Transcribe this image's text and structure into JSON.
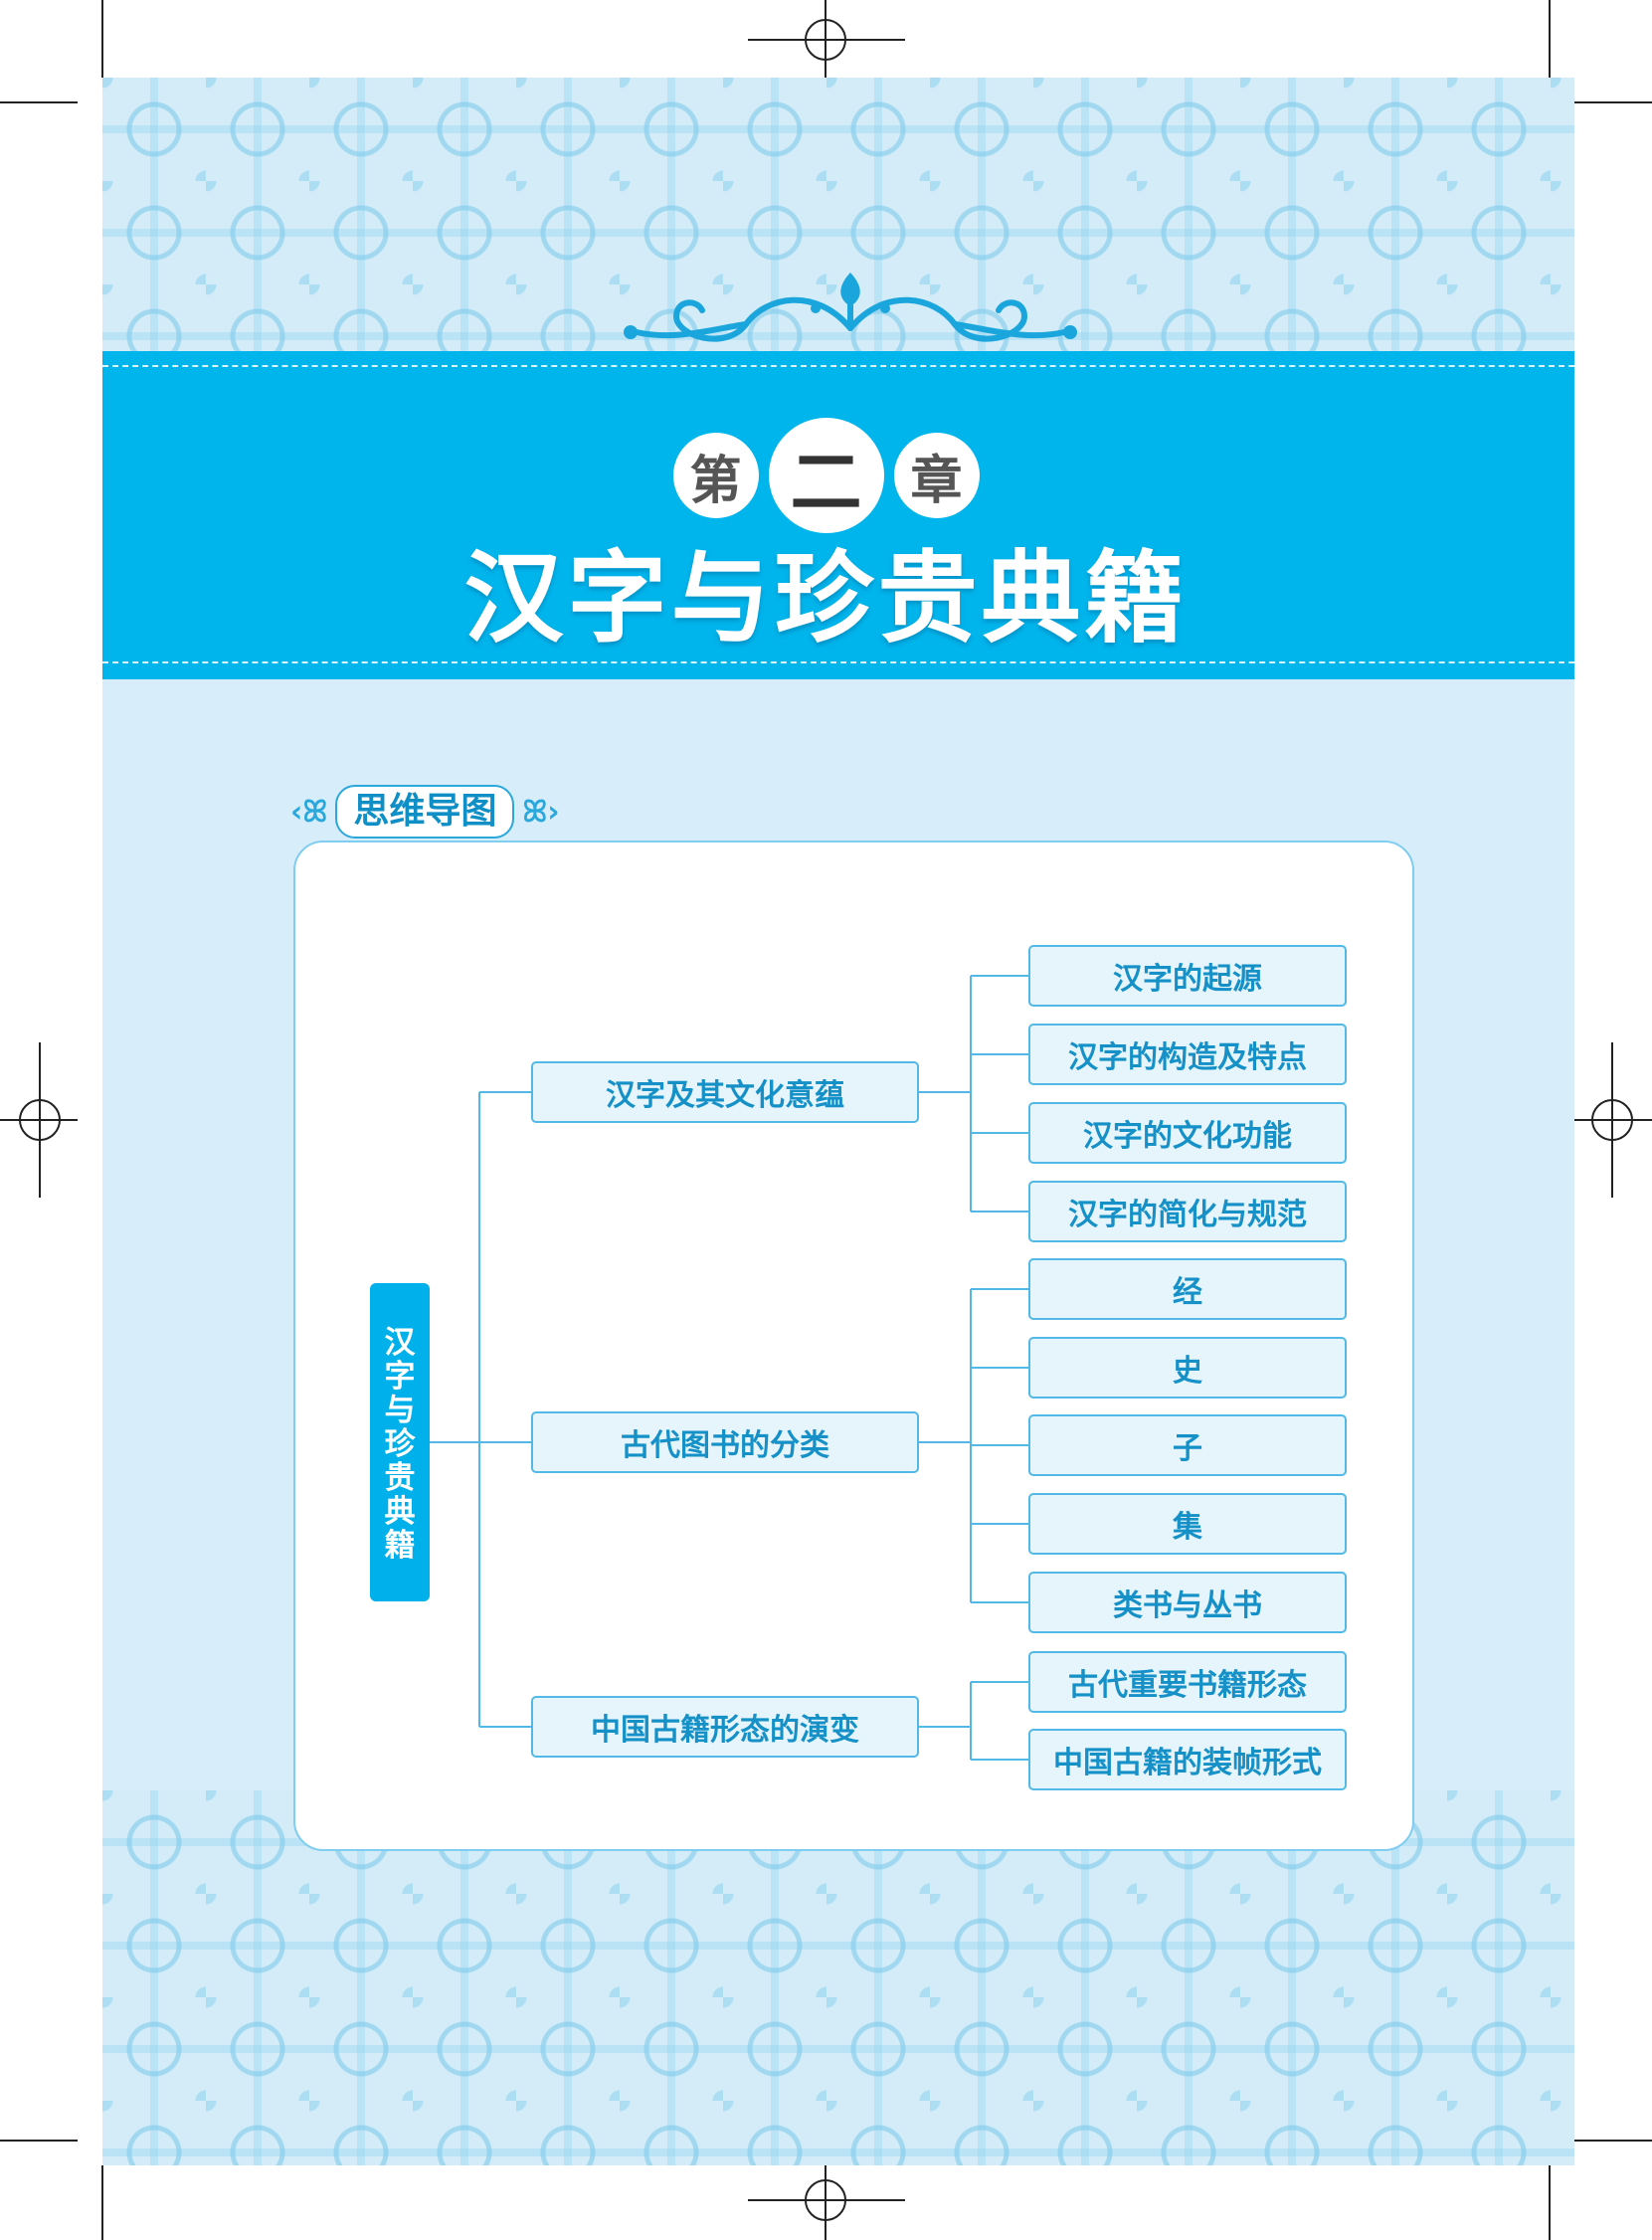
{
  "chapter": {
    "label_chars": [
      "第",
      "二",
      "章"
    ],
    "title": "汉字与珍贵典籍"
  },
  "mindmap": {
    "heading": "思维导图",
    "root": "汉字与珍贵典籍",
    "branches": [
      {
        "label": "汉字及其文化意蕴",
        "children": [
          "汉字的起源",
          "汉字的构造及特点",
          "汉字的文化功能",
          "汉字的简化与规范"
        ]
      },
      {
        "label": "古代图书的分类",
        "children": [
          "经",
          "史",
          "子",
          "集",
          "类书与丛书"
        ]
      },
      {
        "label": "中国古籍形态的演变",
        "children": [
          "古代重要书籍形态",
          "中国古籍的装帧形式"
        ]
      }
    ]
  },
  "colors": {
    "banner": "#00b5ec",
    "background": "#d7eefa",
    "node_fill": "#e6f4fc",
    "node_border": "#52b9e6",
    "node_text": "#1591c8",
    "root_fill": "#00b0ea"
  }
}
